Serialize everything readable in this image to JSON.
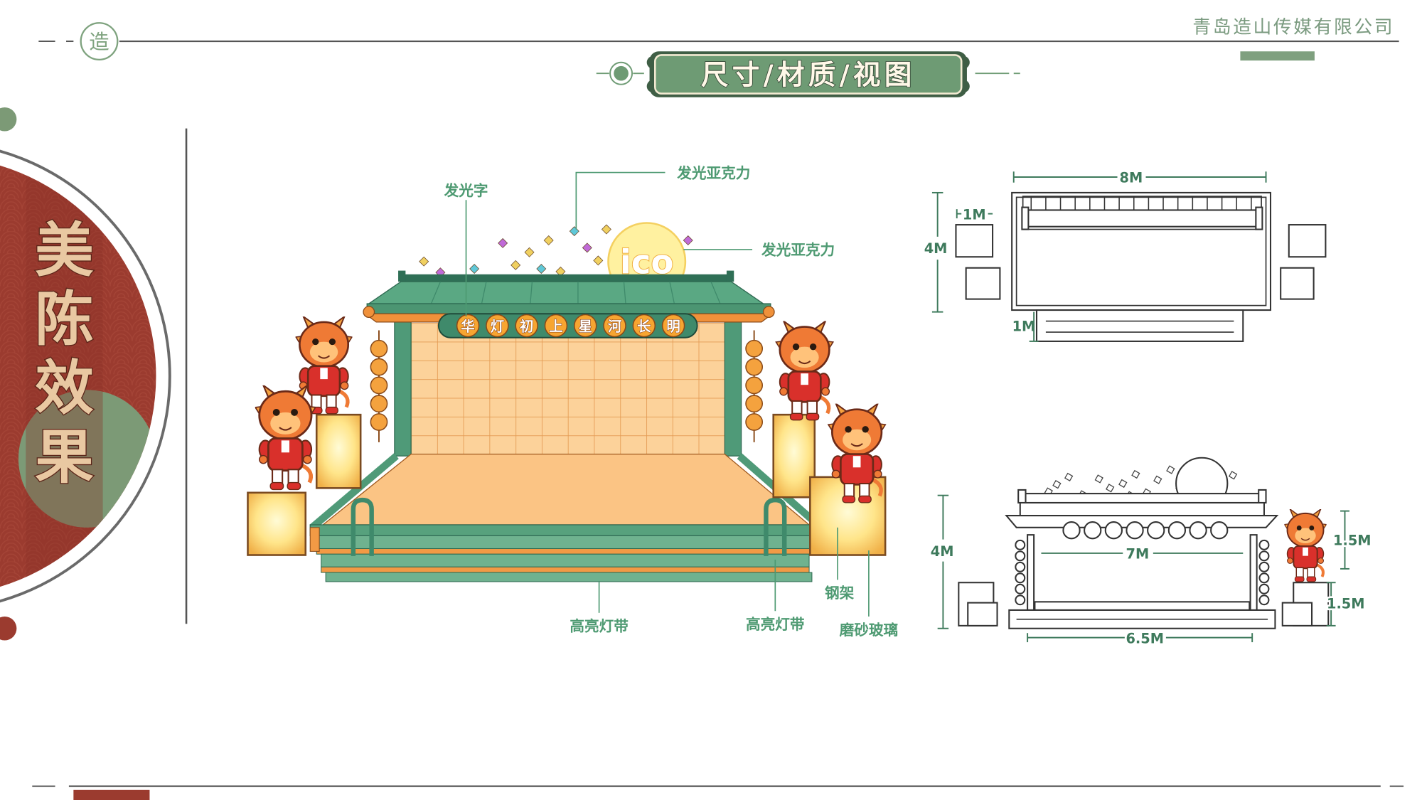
{
  "header": {
    "company": "青岛造山传媒有限公司",
    "logo_glyph": "造"
  },
  "section_title": "尺寸/材质/视图",
  "side_title": [
    "美",
    "陈",
    "效",
    "果"
  ],
  "illustration": {
    "sign_chars": [
      "华",
      "灯",
      "初",
      "上",
      "星",
      "河",
      "长",
      "明"
    ],
    "moon_text": "ico"
  },
  "callouts": {
    "luminous_text": "发光字",
    "acrylic_top": "发光亚克力",
    "acrylic_moon": "发光亚克力",
    "steel_frame": "钢架",
    "led_strip_left": "高亮灯带",
    "led_strip_right": "高亮灯带",
    "frosted_glass": "磨砂玻璃"
  },
  "plan_view": {
    "overall_width": "8M",
    "side_box": "1M",
    "depth": "4M",
    "step_depth": "1M"
  },
  "front_view": {
    "height": "4M",
    "span": "7M",
    "base_width": "6.5M",
    "mascot_height": "1.5M",
    "pedestal_height": "1.5M"
  },
  "colors": {
    "brand_green": "#6e9b74",
    "brand_red": "#9b3b2f",
    "callout_green": "#4e9a72",
    "stage_orange": "#fbc484",
    "roof_green": "#5aa883"
  }
}
